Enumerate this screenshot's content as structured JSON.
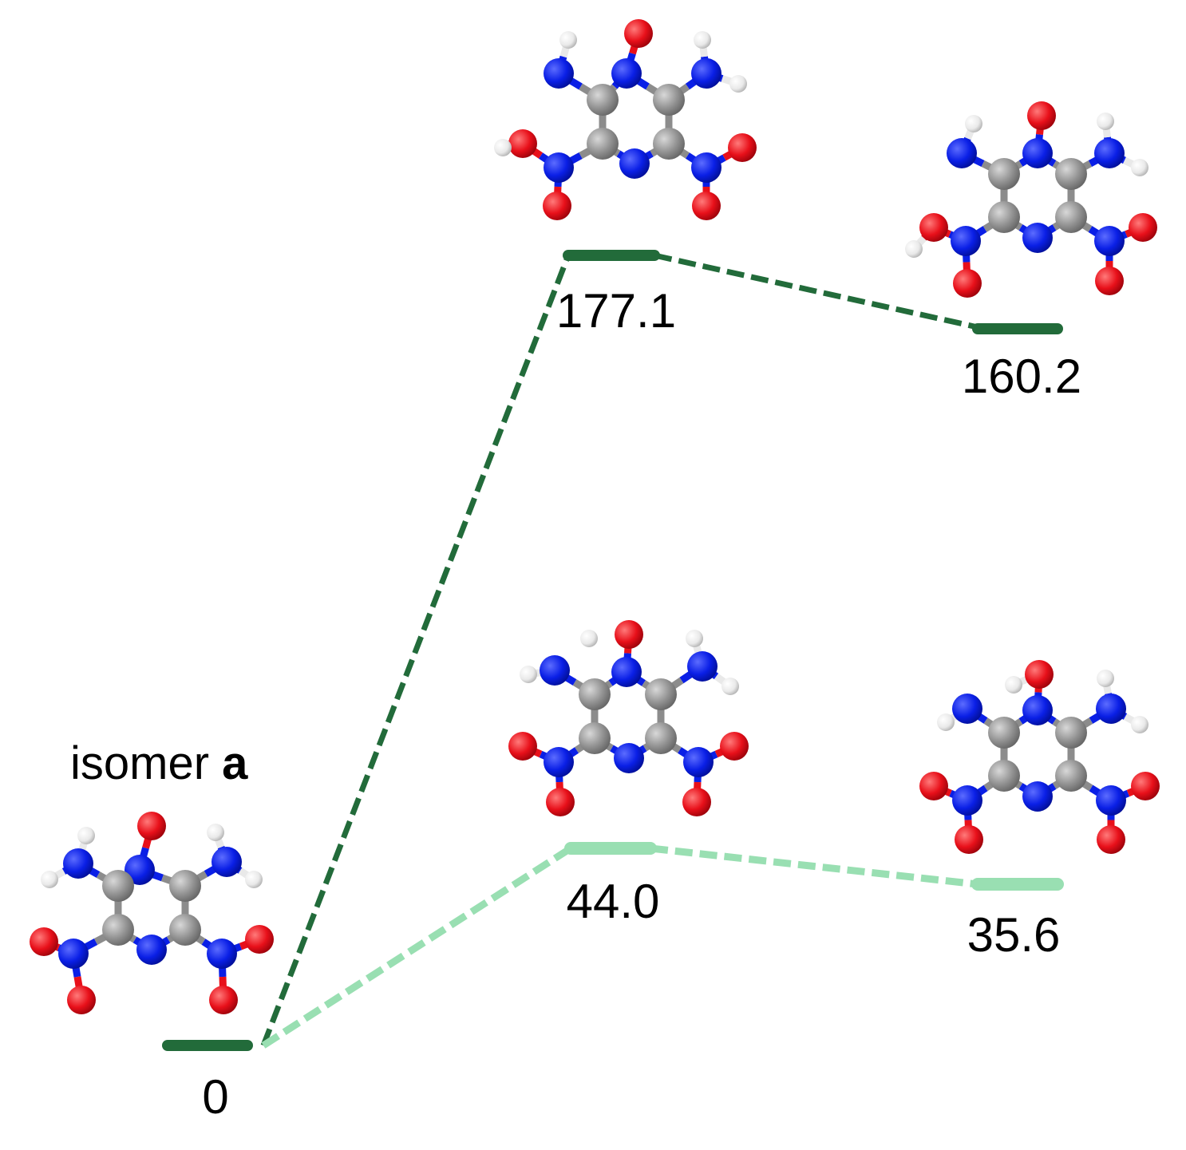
{
  "title": {
    "prefix": "isomer ",
    "letter": "a"
  },
  "colors": {
    "dark_path": "#226b3a",
    "light_path": "#99dfb2",
    "carbon": "#8c8c8c",
    "nitrogen": "#0a1fe6",
    "oxygen": "#e8101a",
    "hydrogen": "#e9e9e9",
    "text": "#000000"
  },
  "levels": [
    {
      "id": "isomer-a",
      "value": "0",
      "path": "shared"
    },
    {
      "id": "dark-intermediate",
      "value": "177.1",
      "path": "dark"
    },
    {
      "id": "dark-product",
      "value": "160.2",
      "path": "dark"
    },
    {
      "id": "light-intermediate",
      "value": "44.0",
      "path": "light"
    },
    {
      "id": "light-product",
      "value": "35.6",
      "path": "light"
    }
  ]
}
